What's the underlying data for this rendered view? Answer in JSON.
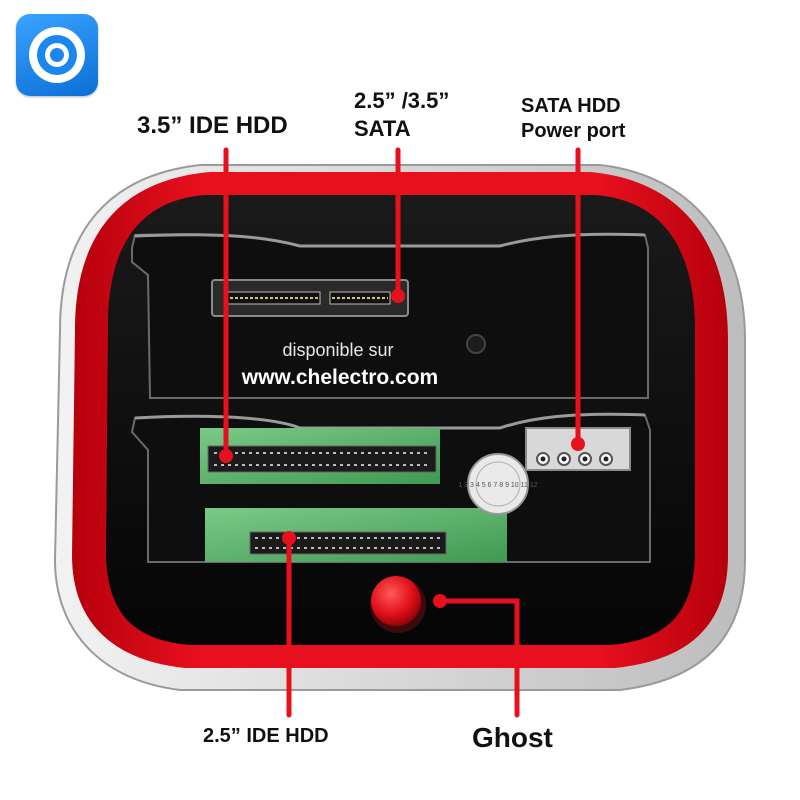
{
  "logo": {
    "icon": "target-ring-icon",
    "color": "#1c86ef"
  },
  "product": {
    "print_line1": "disponible sur",
    "print_line2": "www.chelectro.com",
    "dock_color": "#e0101e",
    "body_color": "#0d0d0d",
    "callout_color": "#e8101c"
  },
  "callouts": {
    "ide35": "3.5”  IDE HDD",
    "sata_line1": "2.5”  /3.5”",
    "sata_line2": "SATA",
    "power_line1": "SATA HDD",
    "power_line2": "Power port",
    "ide25": "2.5”  IDE HDD",
    "ghost": "Ghost"
  },
  "jumper_dial": "1 2 3 4 5 6 7 8 9 10 11 12"
}
